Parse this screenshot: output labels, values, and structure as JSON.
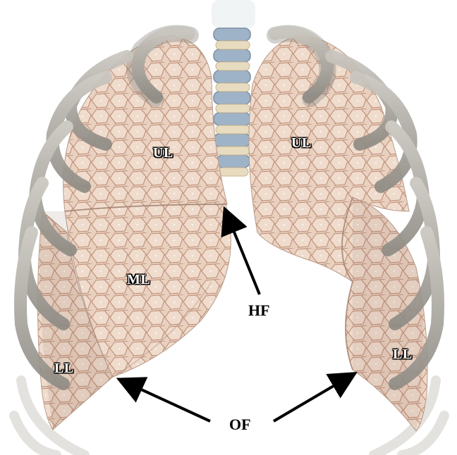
{
  "labels": {
    "right_upper_lobe": "UL",
    "left_upper_lobe": "UL",
    "right_middle_lobe": "ML",
    "right_lower_lobe": "LL",
    "left_lower_lobe": "LL",
    "horizontal_fissure": "HF",
    "oblique_fissure": "OF"
  },
  "colors": {
    "lung_tissue": "#e6cbb8",
    "lung_cell_lines": "#b88870",
    "rib": "#a8a59e",
    "vertebra": "#9fb3c8",
    "disc": "#e8dcc0",
    "arrow": "#000000"
  }
}
